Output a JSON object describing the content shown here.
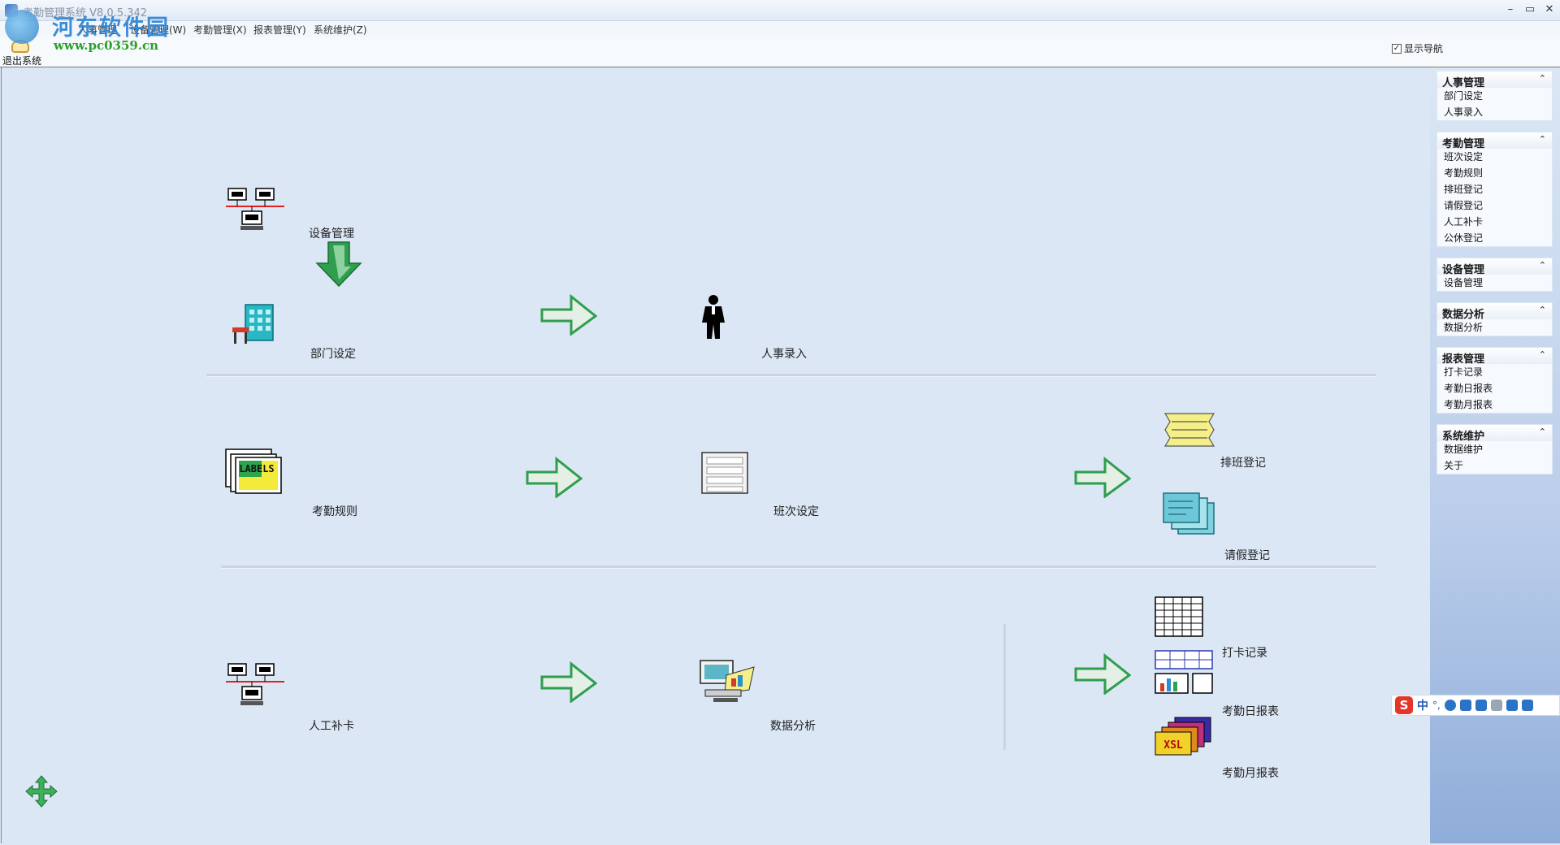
{
  "window": {
    "title": "考勤管理系统 V8.0.5.342",
    "minimize": "–",
    "maximize": "▭",
    "close": "✕"
  },
  "menu": [
    {
      "label": "人事管理"
    },
    {
      "label": "设备管理(W)"
    },
    {
      "label": "考勤管理(X)"
    },
    {
      "label": "报表管理(Y)"
    },
    {
      "label": "系统维护(Z)"
    }
  ],
  "toolbar": {
    "exit_label": "退出系统",
    "show_nav_label": "显示导航",
    "show_nav_checked": true
  },
  "watermark": {
    "name": "河东软件园",
    "url": "www.pc0359.cn"
  },
  "flow": {
    "device": "设备管理",
    "dept": "部门设定",
    "person": "人事录入",
    "rules": "考勤规则",
    "shift": "班次设定",
    "schedule": "排班登记",
    "leave": "请假登记",
    "manual": "人工补卡",
    "analysis": "数据分析",
    "punch": "打卡记录",
    "daily": "考勤日报表",
    "monthly": "考勤月报表"
  },
  "icons": {
    "labels_text": "LABELS",
    "xsl_text": "XSL"
  },
  "nav_panel": [
    {
      "title": "人事管理",
      "items": [
        "部门设定",
        "人事录入"
      ]
    },
    {
      "title": "考勤管理",
      "items": [
        "班次设定",
        "考勤规则",
        "排班登记",
        "请假登记",
        "人工补卡",
        "公休登记"
      ]
    },
    {
      "title": "设备管理",
      "items": [
        "设备管理"
      ]
    },
    {
      "title": "数据分析",
      "items": [
        "数据分析"
      ]
    },
    {
      "title": "报表管理",
      "items": [
        "打卡记录",
        "考勤日报表",
        "考勤月报表"
      ]
    },
    {
      "title": "系统维护",
      "items": [
        "数据维护",
        "关于"
      ]
    }
  ],
  "ime": {
    "logo": "S",
    "mode": "中",
    "punct": "°,"
  },
  "colors": {
    "background": "#dbe7f5",
    "arrow_green": "#2f9e4f",
    "arrow_light": "#e4efe6"
  }
}
